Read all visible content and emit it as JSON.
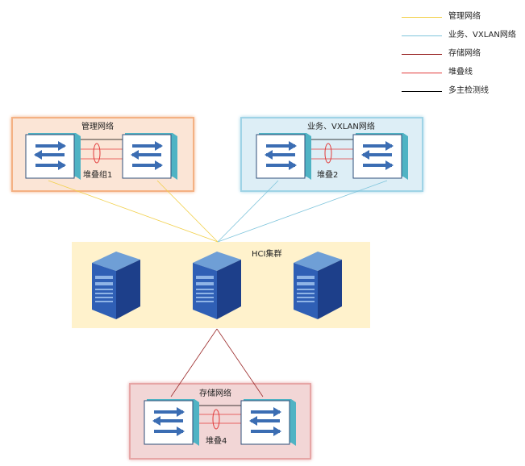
{
  "legend": [
    {
      "label": "管理网络",
      "color": "#f2d04b"
    },
    {
      "label": "业务、VXLAN网络",
      "color": "#7fc5dc"
    },
    {
      "label": "存储网络",
      "color": "#9c2b2b"
    },
    {
      "label": "堆叠线",
      "color": "#e23b3b"
    },
    {
      "label": "多主检测线",
      "color": "#000000"
    }
  ],
  "groups": {
    "management": {
      "label": "管理网络",
      "stack_label": "堆叠组1"
    },
    "business": {
      "label": "业务、VXLAN网络",
      "stack_label": "堆叠2"
    },
    "cluster": {
      "label": "HCI集群"
    },
    "storage": {
      "label": "存储网络",
      "stack_label": "堆叠4"
    }
  },
  "colors": {
    "mgmt_fill": "#fbe5d6",
    "mgmt_border": "#f4b183",
    "biz_fill": "#ddeef6",
    "biz_border": "#9fd3e6",
    "cluster_fill": "#fff2cc",
    "storage_fill": "#f2d6d6",
    "storage_border": "#e6a5a5"
  }
}
